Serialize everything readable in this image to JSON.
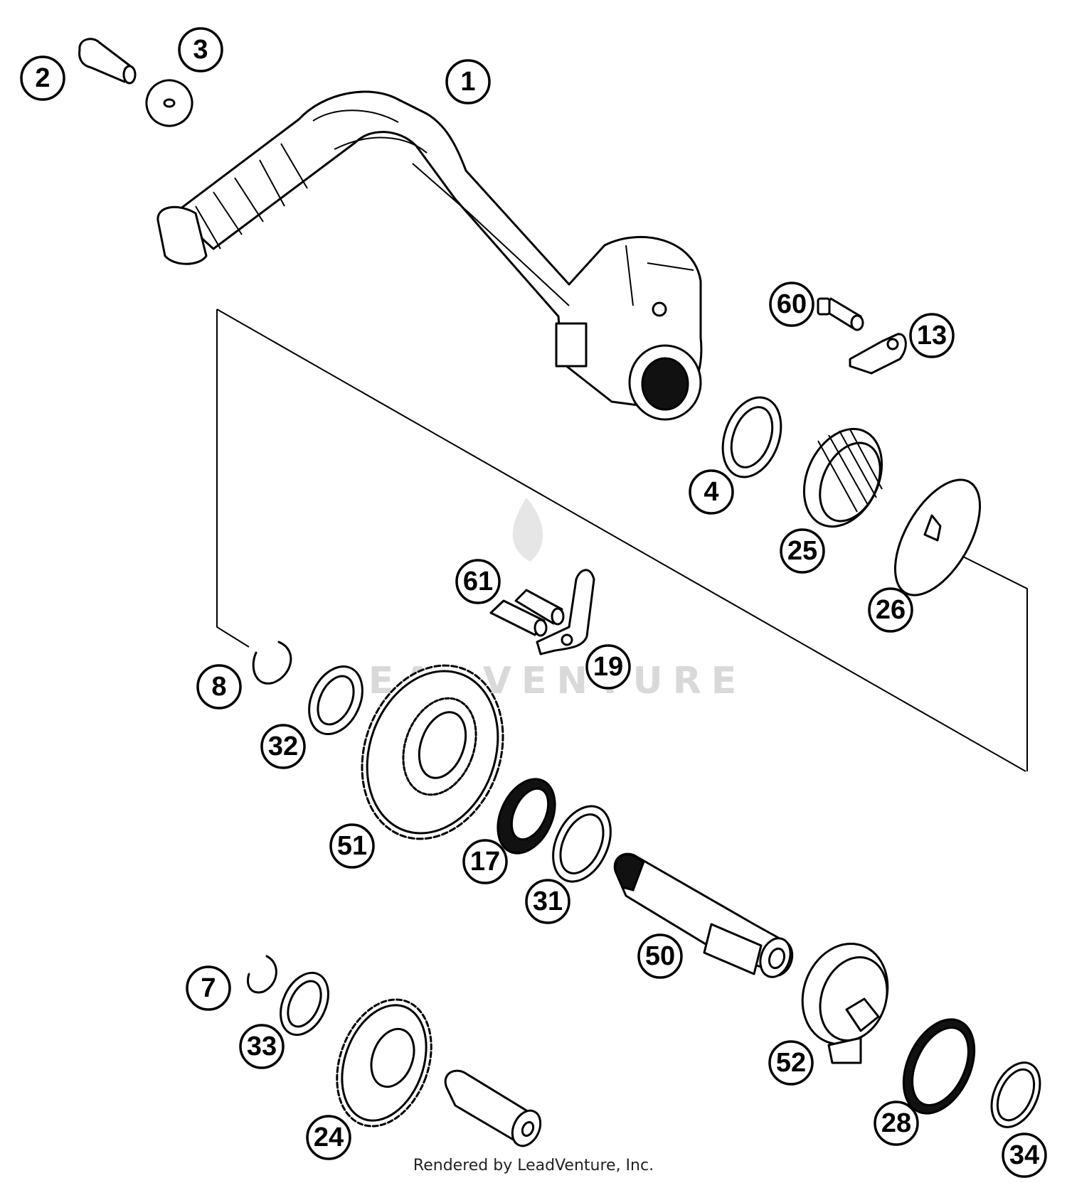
{
  "diagram": {
    "watermark": "LEADVENTURE",
    "credit": "Rendered by LeadVenture, Inc.",
    "callouts": [
      "1",
      "2",
      "3",
      "60",
      "13",
      "4",
      "25",
      "26",
      "61",
      "19",
      "8",
      "32",
      "51",
      "17",
      "31",
      "50",
      "7",
      "33",
      "24",
      "52",
      "28",
      "34"
    ],
    "colors": {
      "line": "#000000",
      "background": "#ffffff",
      "watermark": "#d9d9d9"
    }
  }
}
